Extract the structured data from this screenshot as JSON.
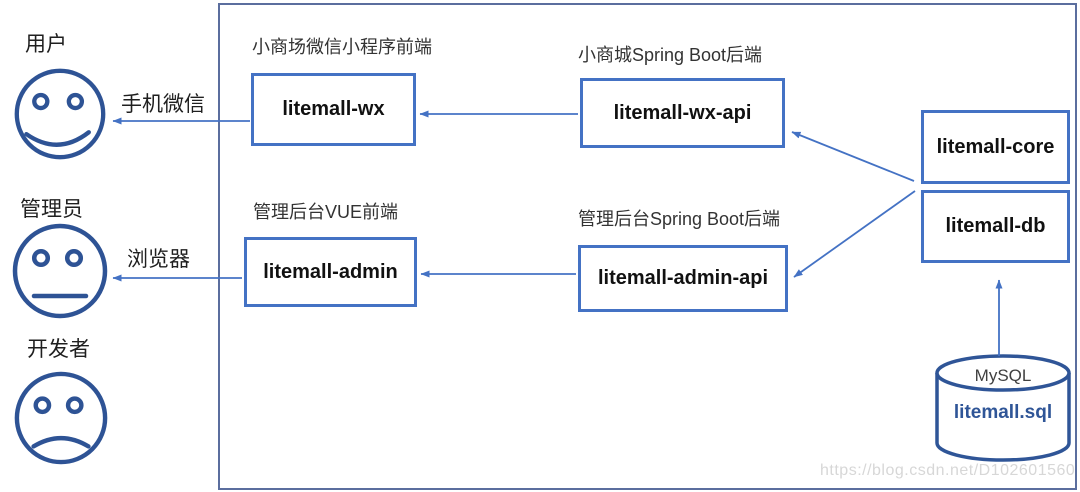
{
  "diagram": {
    "title_hint": "litemall architecture diagram",
    "actors": [
      {
        "label": "用户",
        "mood": "happy",
        "channel_label": "手机微信"
      },
      {
        "label": "管理员",
        "mood": "neutral",
        "channel_label": "浏览器"
      },
      {
        "label": "开发者",
        "mood": "sad",
        "channel_label": ""
      }
    ],
    "modules": [
      {
        "caption": "小商场微信小程序前端",
        "name": "litemall-wx"
      },
      {
        "caption": "小商城Spring Boot后端",
        "name": "litemall-wx-api"
      },
      {
        "caption": "管理后台VUE前端",
        "name": "litemall-admin"
      },
      {
        "caption": "管理后台Spring Boot后端",
        "name": "litemall-admin-api"
      },
      {
        "caption": "",
        "name": "litemall-core"
      },
      {
        "caption": "",
        "name": "litemall-db"
      }
    ],
    "database": {
      "engine": "MySQL",
      "file": "litemall.sql"
    },
    "watermark": "https://blog.csdn.net/D102601560",
    "colors": {
      "box_border": "#4472C4",
      "arrow": "#4472C4",
      "face_stroke": "#2E5395",
      "cylinder_stroke": "#2F5597",
      "container_border": "#5b6e9e",
      "watermark_text": "#d7d7d7"
    }
  }
}
